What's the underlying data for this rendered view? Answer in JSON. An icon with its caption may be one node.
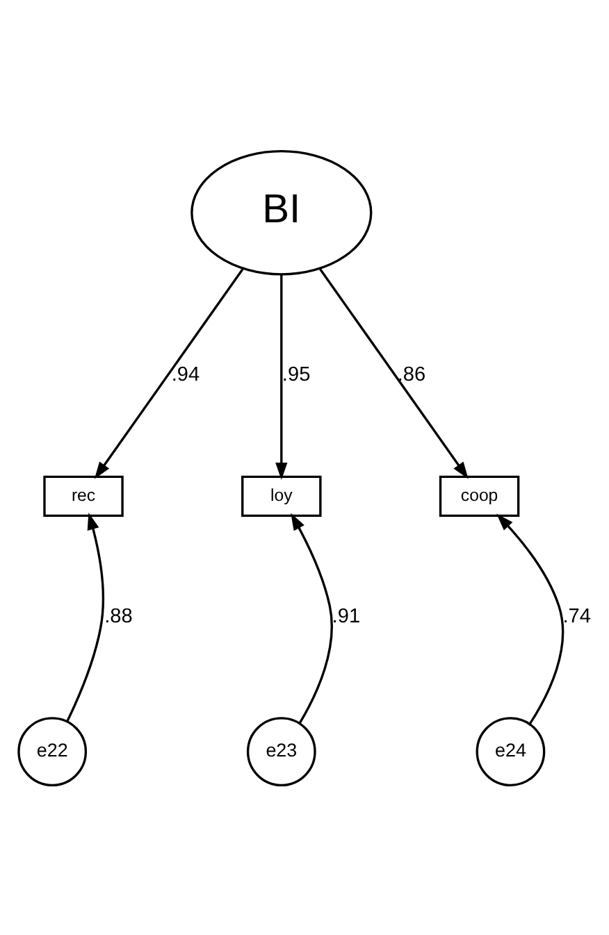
{
  "diagram": {
    "nodes": [
      {
        "text": [
          "BI"
        ]
      },
      {
        "text": [
          "rec"
        ]
      },
      {
        "text": [
          "loy"
        ]
      },
      {
        "text": [
          "coop"
        ]
      },
      {
        "text": [
          "e22"
        ]
      },
      {
        "text": [
          "e23"
        ]
      },
      {
        "text": [
          "e24"
        ]
      }
    ],
    "edges": [
      {
        "from": 0,
        "to": 1,
        "arrow": "to",
        "label": ".94"
      },
      {
        "from": 0,
        "to": 2,
        "arrow": "to",
        "label": ".95"
      },
      {
        "from": 0,
        "to": 3,
        "arrow": "to",
        "label": ".86"
      },
      {
        "from": 4,
        "to": 1,
        "arrow": "to",
        "label": ".88"
      },
      {
        "from": 5,
        "to": 2,
        "arrow": "to",
        "label": ".91"
      },
      {
        "from": 6,
        "to": 3,
        "arrow": "to",
        "label": ".74"
      }
    ]
  }
}
